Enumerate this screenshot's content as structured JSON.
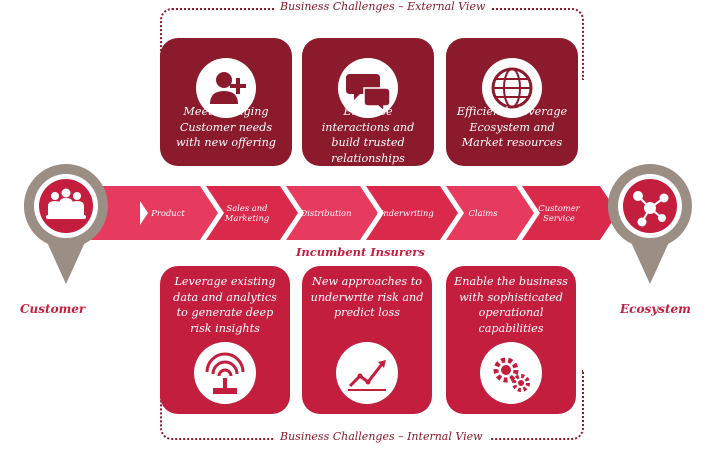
{
  "top_group": {
    "label": "Business Challenges – External View"
  },
  "bottom_group": {
    "label": "Business Challenges – Internal View"
  },
  "top_cards": [
    {
      "text": "Meet changing Customer needs with new offering",
      "icon": "user-add-icon"
    },
    {
      "text": "Enhance interactions and build trusted relationships",
      "icon": "chat-bubbles-icon"
    },
    {
      "text": "Efficiently leverage Ecosystem and Market resources",
      "icon": "globe-icon"
    }
  ],
  "value_chain": [
    {
      "label": "Product"
    },
    {
      "label": "Sales and Marketing"
    },
    {
      "label": "Distribution"
    },
    {
      "label": "Underwriting"
    },
    {
      "label": "Claims"
    },
    {
      "label": "Customer Service"
    }
  ],
  "center_label": "Incumbent Insurers",
  "bottom_cards": [
    {
      "text": "Leverage existing data and analytics to generate deep risk insights",
      "icon": "signal-antenna-icon"
    },
    {
      "text": "New approaches to underwrite risk and predict loss",
      "icon": "trend-chart-icon"
    },
    {
      "text": "Enable the business with sophisticated operational capabilities",
      "icon": "gears-icon"
    }
  ],
  "left_pin": {
    "label": "Customer",
    "icon": "people-group-icon"
  },
  "right_pin": {
    "label": "Ecosystem",
    "icon": "network-nodes-icon"
  },
  "colors": {
    "dark_red": "#8b1a2c",
    "red": "#c41e3f",
    "pink": "#e63b5e",
    "pin_gray": "#9b8e85"
  }
}
